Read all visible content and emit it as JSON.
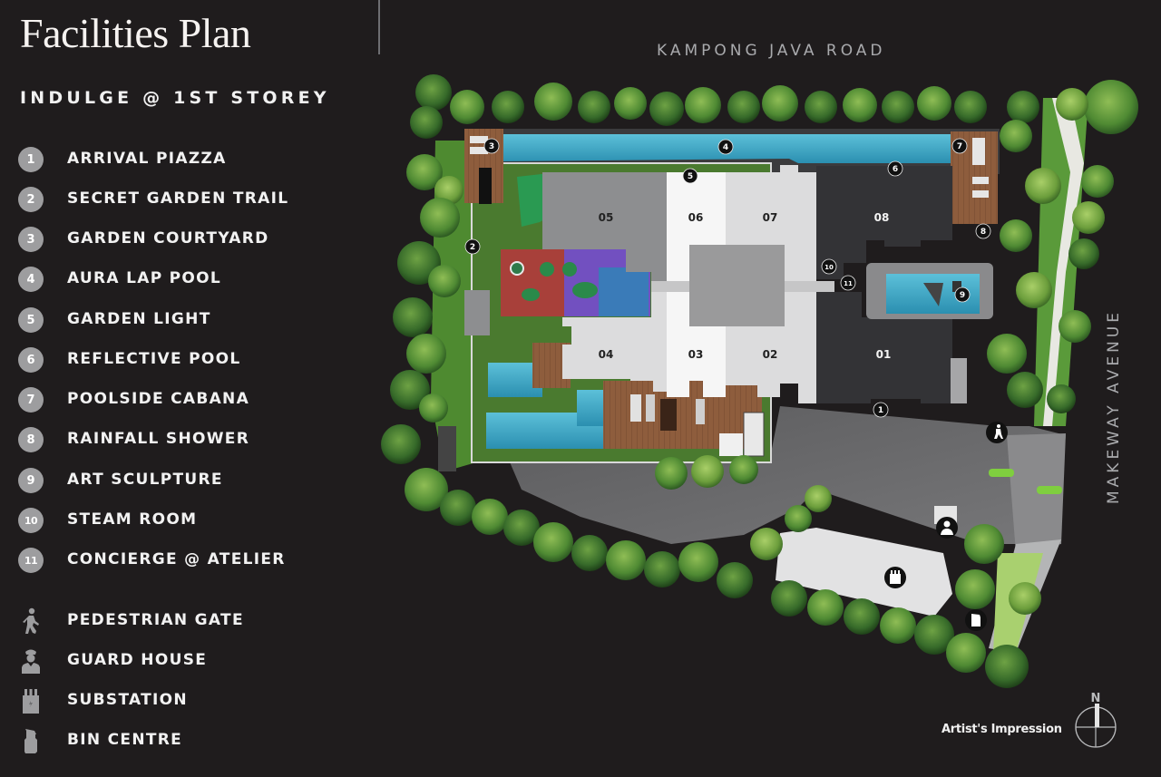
{
  "header": {
    "title": "Facilities Plan",
    "subtitle": "INDULGE @ 1ST STOREY"
  },
  "legend": {
    "facilities": [
      {
        "number": "1",
        "label": "ARRIVAL PIAZZA"
      },
      {
        "number": "2",
        "label": "SECRET GARDEN TRAIL"
      },
      {
        "number": "3",
        "label": "GARDEN COURTYARD"
      },
      {
        "number": "4",
        "label": "AURA LAP POOL"
      },
      {
        "number": "5",
        "label": "GARDEN LIGHT"
      },
      {
        "number": "6",
        "label": "REFLECTIVE POOL"
      },
      {
        "number": "7",
        "label": "POOLSIDE CABANA"
      },
      {
        "number": "8",
        "label": "RAINFALL SHOWER"
      },
      {
        "number": "9",
        "label": "ART SCULPTURE"
      },
      {
        "number": "10",
        "label": "STEAM ROOM"
      },
      {
        "number": "11",
        "label": "CONCIERGE @ ATELIER"
      }
    ],
    "symbols": [
      {
        "icon": "pedestrian-icon",
        "label": "PEDESTRIAN GATE"
      },
      {
        "icon": "guard-icon",
        "label": "GUARD HOUSE"
      },
      {
        "icon": "substation-icon",
        "label": "SUBSTATION"
      },
      {
        "icon": "bin-icon",
        "label": "BIN CENTRE"
      }
    ]
  },
  "map": {
    "roads": {
      "top": "KAMPONG JAVA ROAD",
      "right": "MAKEWAY AVENUE"
    },
    "blocks": [
      "01",
      "02",
      "03",
      "04",
      "05",
      "06",
      "07",
      "08"
    ],
    "pins": [
      "1",
      "2",
      "3",
      "4",
      "5",
      "6",
      "7",
      "8",
      "9",
      "10",
      "11"
    ],
    "note": "Artist's Impression",
    "compass_label": "N"
  },
  "colors": {
    "background": "#1f1c1d",
    "badge": "#9d9d9f",
    "road_text": "#a9aaad",
    "pool": "#3fa6c4",
    "deck": "#8a5a3b",
    "tree_dark": "#3f6e2e",
    "tree_light": "#7fae45",
    "block_dark": "#333336",
    "block_mid": "#8e8f91",
    "block_light": "#d8d9da",
    "block_white": "#f4f4f4",
    "driveway": "#6a6a6c"
  }
}
